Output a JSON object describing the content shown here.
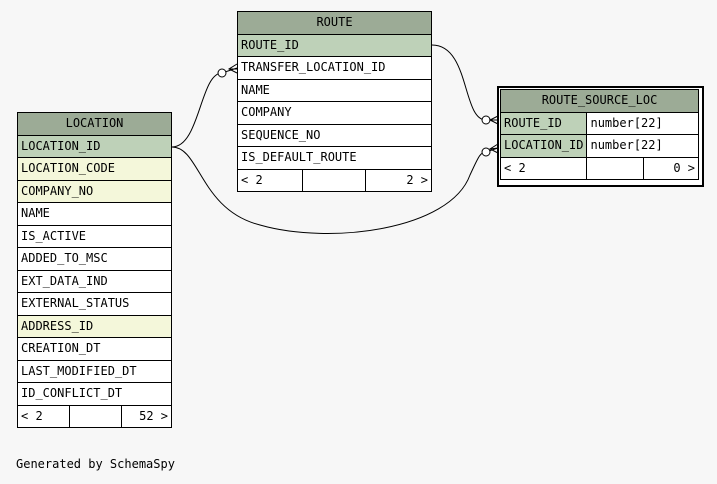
{
  "route": {
    "title": "ROUTE",
    "columns": [
      {
        "name": "ROUTE_ID",
        "kind": "pk"
      },
      {
        "name": "TRANSFER_LOCATION_ID",
        "kind": "plain"
      },
      {
        "name": "NAME",
        "kind": "plain"
      },
      {
        "name": "COMPANY",
        "kind": "plain"
      },
      {
        "name": "SEQUENCE_NO",
        "kind": "plain"
      },
      {
        "name": "IS_DEFAULT_ROUTE",
        "kind": "plain"
      }
    ],
    "nav_left": "< 2",
    "nav_right": "2 >"
  },
  "location": {
    "title": "LOCATION",
    "columns": [
      {
        "name": "LOCATION_ID",
        "kind": "pk"
      },
      {
        "name": "LOCATION_CODE",
        "kind": "fk"
      },
      {
        "name": "COMPANY_NO",
        "kind": "fk"
      },
      {
        "name": "NAME",
        "kind": "plain"
      },
      {
        "name": "IS_ACTIVE",
        "kind": "plain"
      },
      {
        "name": "ADDED_TO_MSC",
        "kind": "plain"
      },
      {
        "name": "EXT_DATA_IND",
        "kind": "plain"
      },
      {
        "name": "EXTERNAL_STATUS",
        "kind": "plain"
      },
      {
        "name": "ADDRESS_ID",
        "kind": "fk"
      },
      {
        "name": "CREATION_DT",
        "kind": "plain"
      },
      {
        "name": "LAST_MODIFIED_DT",
        "kind": "plain"
      },
      {
        "name": "ID_CONFLICT_DT",
        "kind": "plain"
      }
    ],
    "nav_left": "< 2",
    "nav_right": "52 >"
  },
  "route_source_loc": {
    "title": "ROUTE_SOURCE_LOC",
    "columns": [
      {
        "name": "ROUTE_ID",
        "type": "number[22]",
        "kind": "pk"
      },
      {
        "name": "LOCATION_ID",
        "type": "number[22]",
        "kind": "pk"
      }
    ],
    "nav_left": "< 2",
    "nav_right": "0 >"
  },
  "footer": "Generated by SchemaSpy",
  "colors": {
    "header": "#9cab96",
    "primary_key": "#bed1b8",
    "foreign_key": "#f4f7da",
    "background": "#f7f7f7"
  }
}
